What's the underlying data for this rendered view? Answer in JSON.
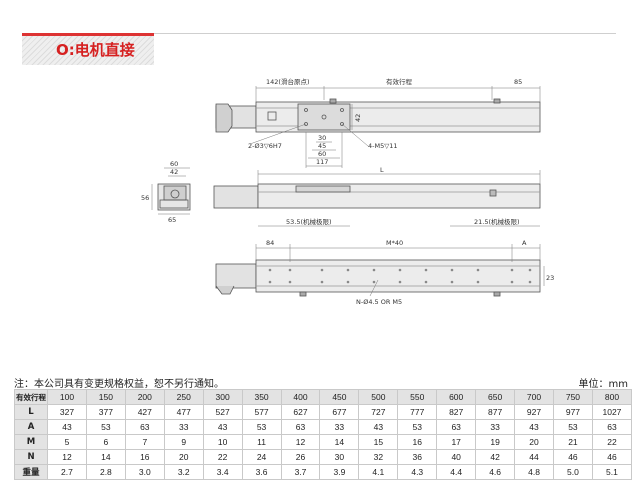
{
  "section_title": "O:电机直接",
  "drawing": {
    "top_view": {
      "dim_142": "142(滑台原点)",
      "dim_stroke": "有效行程",
      "dim_85": "85",
      "dim_42": "42",
      "dim_2_3": "2-Ø3▽6H7",
      "dim_4m5": "4-M5▽11",
      "dim_30": "30",
      "dim_45": "45",
      "dim_60": "60",
      "dim_117": "117"
    },
    "end_view": {
      "dim_60": "60",
      "dim_42": "42",
      "dim_56": "56",
      "dim_65": "65"
    },
    "side_view": {
      "dim_L": "L",
      "dim_53_5": "53.5(机械极限)",
      "dim_21_5": "21.5(机械极限)"
    },
    "bottom_view": {
      "dim_84": "84",
      "dim_M40": "M*40",
      "dim_A": "A",
      "dim_23": "23",
      "dim_holes": "N-Ø4.5  OR M5"
    }
  },
  "note": "注：本公司具有变更规格权益，恕不另行通知。",
  "unit": "单位：mm",
  "table": {
    "header": {
      "label": "有效行程",
      "values": [
        "100",
        "150",
        "200",
        "250",
        "300",
        "350",
        "400",
        "450",
        "500",
        "550",
        "600",
        "650",
        "700",
        "750",
        "800"
      ]
    },
    "rows": [
      {
        "label": "L",
        "values": [
          "327",
          "377",
          "427",
          "477",
          "527",
          "577",
          "627",
          "677",
          "727",
          "777",
          "827",
          "877",
          "927",
          "977",
          "1027"
        ]
      },
      {
        "label": "A",
        "values": [
          "43",
          "53",
          "63",
          "33",
          "43",
          "53",
          "63",
          "33",
          "43",
          "53",
          "63",
          "33",
          "43",
          "53",
          "63"
        ]
      },
      {
        "label": "M",
        "values": [
          "5",
          "6",
          "7",
          "9",
          "10",
          "11",
          "12",
          "14",
          "15",
          "16",
          "17",
          "19",
          "20",
          "21",
          "22"
        ]
      },
      {
        "label": "N",
        "values": [
          "12",
          "14",
          "16",
          "20",
          "22",
          "24",
          "26",
          "30",
          "32",
          "36",
          "40",
          "42",
          "44",
          "46",
          "46"
        ]
      },
      {
        "label": "重量",
        "values": [
          "2.7",
          "2.8",
          "3.0",
          "3.2",
          "3.4",
          "3.6",
          "3.7",
          "3.9",
          "4.1",
          "4.3",
          "4.4",
          "4.6",
          "4.8",
          "5.0",
          "5.1"
        ]
      }
    ]
  }
}
